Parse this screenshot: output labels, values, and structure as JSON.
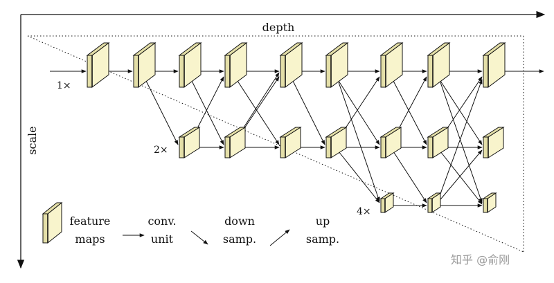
{
  "axes": {
    "depth_label": "depth",
    "scale_label": "scale"
  },
  "scale_labels": {
    "s1": "1×",
    "s2": "2×",
    "s4": "4×"
  },
  "legend": {
    "feature_line1": "feature",
    "feature_line2": "maps",
    "conv_line1": "conv.",
    "conv_line2": "unit",
    "down_line1": "down",
    "down_line2": "samp.",
    "up_line1": "up",
    "up_line2": "samp."
  },
  "watermark": "知乎 @俞刚",
  "colors": {
    "block_fill": "#f8f4cc",
    "block_side": "#e4dfa8",
    "stroke": "#111111"
  }
}
